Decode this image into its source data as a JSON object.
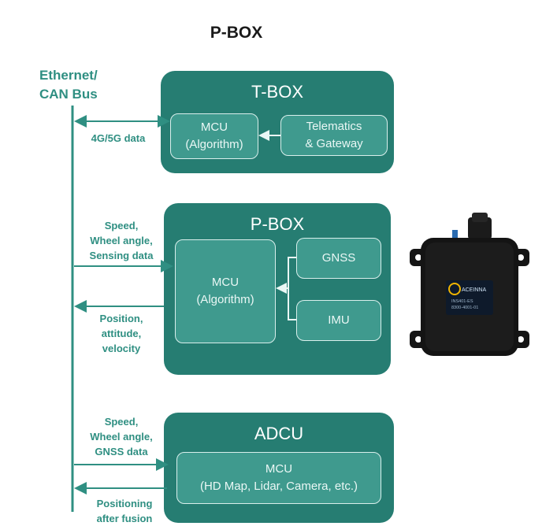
{
  "title": "P-BOX",
  "bus_label": "Ethernet/\nCAN Bus",
  "tbox": {
    "title": "T-BOX",
    "mcu": "MCU\n(Algorithm)",
    "telematics": "Telematics\n& Gateway",
    "link_label": "4G/5G data"
  },
  "pbox": {
    "title": "P-BOX",
    "mcu": "MCU\n(Algorithm)",
    "gnss": "GNSS",
    "imu": "IMU",
    "input_label": "Speed,\nWheel angle,\nSensing data",
    "output_label": "Position,\nattitude,\nvelocity"
  },
  "adcu": {
    "title": "ADCU",
    "mcu": "MCU\n(HD Map, Lidar, Camera, etc.)",
    "input_label": "Speed,\nWheel angle,\nGNSS data",
    "output_label": "Positioning\nafter fusion"
  },
  "device": {
    "brand_logo": "ACEINNA",
    "model": "INS401-ES",
    "part_number": "8300-4001-01"
  },
  "colors": {
    "box": "#267d72",
    "inner": "#3f9a8e",
    "line": "#2f8f82",
    "device": "#141414"
  }
}
